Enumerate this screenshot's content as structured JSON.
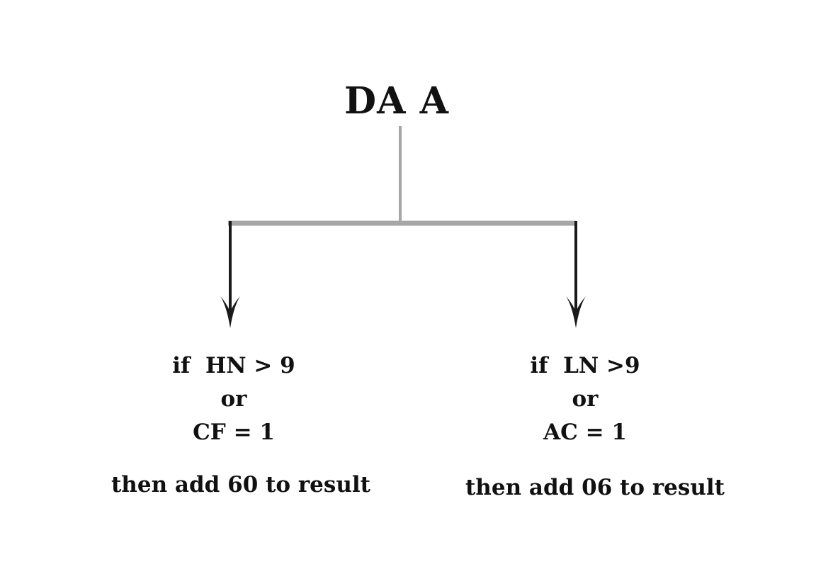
{
  "diagram": {
    "title": "DA A",
    "branches": [
      {
        "condition_lines": [
          "if  HN > 9",
          "or",
          "CF = 1"
        ],
        "action": "then add 60 to result"
      },
      {
        "condition_lines": [
          "if  LN >9",
          "or",
          "AC = 1"
        ],
        "action": "then add 06 to result"
      }
    ],
    "colors": {
      "connector": "#a6a6a6",
      "arrow": "#1a1a1a",
      "text": "#111111"
    }
  }
}
